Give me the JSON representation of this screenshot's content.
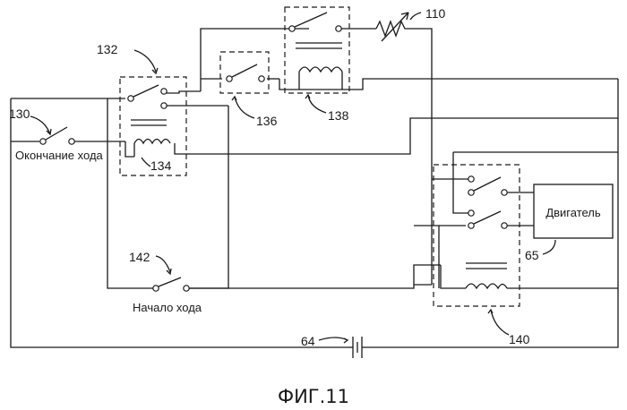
{
  "figure_caption": "ФИГ.11",
  "labels": {
    "end_of_travel": "Окончание хода",
    "start_of_travel": "Начало хода",
    "motor": "Двигатель"
  },
  "refs": {
    "r110": "110",
    "r130": "130",
    "r132": "132",
    "r134": "134",
    "r136": "136",
    "r138": "138",
    "r140": "140",
    "r142": "142",
    "r64": "64",
    "r65": "65"
  }
}
